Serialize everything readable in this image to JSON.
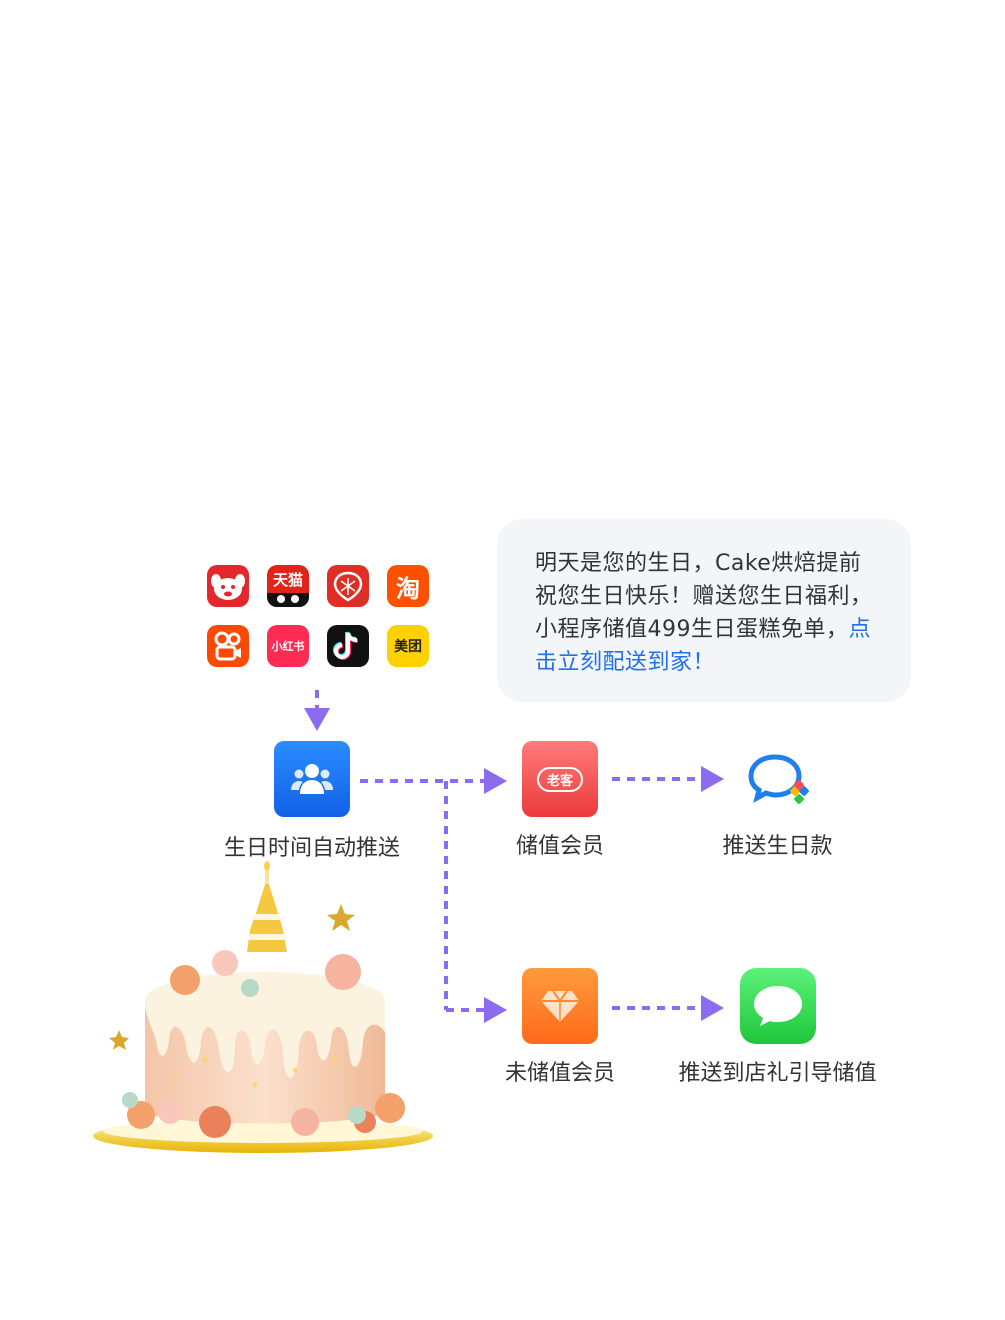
{
  "bubble": {
    "text": "明天是您的生日，Cake烘焙提前祝您生日快乐！赠送您生日福利，小程序储值499生日蛋糕免单，",
    "link": "点击立刻配送到家！"
  },
  "apps": [
    {
      "name": "jd-app-icon",
      "label": "",
      "color": "#e4262d"
    },
    {
      "name": "tmall-app-icon",
      "label": "天猫",
      "color": "#e2231a"
    },
    {
      "name": "pinduoduo-app-icon",
      "label": "",
      "color": "#e02e24"
    },
    {
      "name": "taobao-app-icon",
      "label": "淘",
      "color": "#ff5000"
    },
    {
      "name": "kuaishou-app-icon",
      "label": "",
      "color": "#fe4906"
    },
    {
      "name": "xiaohongshu-app-icon",
      "label": "小红书",
      "color": "#fe2c55"
    },
    {
      "name": "douyin-app-icon",
      "label": "",
      "color": "#111111"
    },
    {
      "name": "meituan-app-icon",
      "label": "美团",
      "color": "#ffd100"
    }
  ],
  "nodes": {
    "auto_push": "生日时间自动推送",
    "stored_member": "储值会员",
    "stored_badge": "老客",
    "push_gift": "推送生日款",
    "non_stored_member": "未储值会员",
    "push_store": "推送到店礼引导储值"
  },
  "colors": {
    "arrow": "#8b6cf0",
    "link": "#1f6ff0"
  }
}
